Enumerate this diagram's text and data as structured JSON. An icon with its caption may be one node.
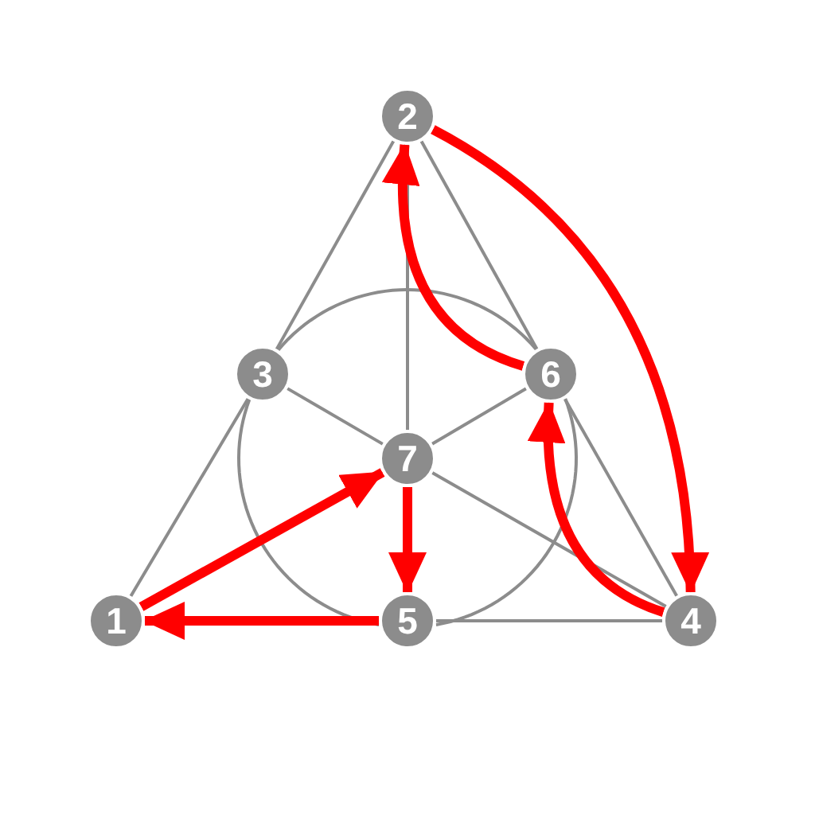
{
  "diagram": {
    "nodes": [
      {
        "text": [
          "2"
        ]
      },
      {
        "text": [
          "3"
        ]
      },
      {
        "text": [
          "6"
        ]
      },
      {
        "text": [
          "7"
        ]
      },
      {
        "text": [
          "1"
        ]
      },
      {
        "text": [
          "5"
        ]
      },
      {
        "text": [
          "4"
        ]
      }
    ],
    "edges": [
      {
        "from": 4,
        "to": 1,
        "arrow": "none"
      },
      {
        "from": 1,
        "to": 0,
        "arrow": "none"
      },
      {
        "from": 0,
        "to": 2,
        "arrow": "none"
      },
      {
        "from": 2,
        "to": 6,
        "arrow": "none"
      },
      {
        "from": 6,
        "to": 5,
        "arrow": "none"
      },
      {
        "from": 3,
        "to": 2,
        "arrow": "none"
      },
      {
        "from": 0,
        "to": 3,
        "arrow": "none"
      },
      {
        "from": 6,
        "to": 3,
        "arrow": "none"
      },
      {
        "from": 3,
        "to": 1,
        "arrow": "none"
      },
      {
        "from": 1,
        "to": 2,
        "arrow": "none"
      },
      {
        "from": 2,
        "to": 5,
        "arrow": "none"
      },
      {
        "from": 5,
        "to": 1,
        "arrow": "none"
      },
      {
        "from": 0,
        "to": 6,
        "arrow": "to",
        "style": "thick",
        "color": "#ff0000"
      },
      {
        "from": 2,
        "to": 0,
        "arrow": "to",
        "style": "thick",
        "color": "#ff0000"
      },
      {
        "from": 6,
        "to": 2,
        "arrow": "to",
        "style": "thick",
        "color": "#ff0000"
      },
      {
        "from": 3,
        "to": 5,
        "arrow": "to",
        "style": "thick",
        "color": "#ff0000"
      },
      {
        "from": 5,
        "to": 4,
        "arrow": "to",
        "style": "thick",
        "color": "#ff0000"
      },
      {
        "from": 4,
        "to": 3,
        "arrow": "to",
        "style": "thick",
        "color": "#ff0000"
      }
    ]
  }
}
